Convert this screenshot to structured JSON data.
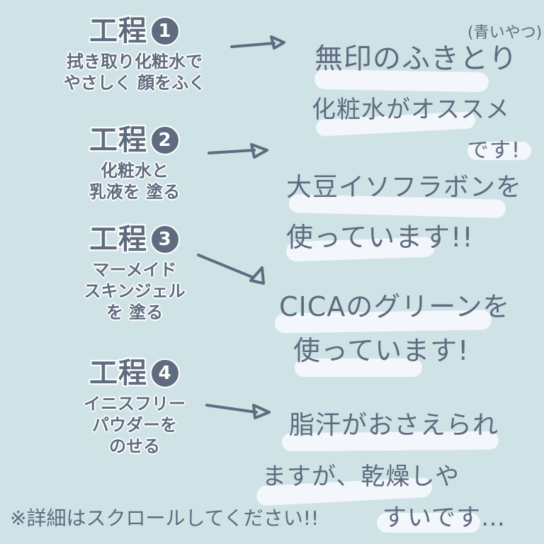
{
  "colors": {
    "background": "#cfe3e6",
    "text": "#5f6b7f",
    "highlight": "#f4f7fc",
    "outline": "#ffffff"
  },
  "steps": [
    {
      "label": "工程",
      "number": "1",
      "description": "拭き取り化粧水で\nやさしく 顔をふく"
    },
    {
      "label": "工程",
      "number": "2",
      "description": "化粧水と\n乳液を 塗る"
    },
    {
      "label": "工程",
      "number": "3",
      "description": "マーメイド\nスキンジェル\nを 塗る"
    },
    {
      "label": "工程",
      "number": "4",
      "description": "イニスフリー\nパウダーを\nのせる"
    }
  ],
  "notes": [
    {
      "aside": "(青いやつ)",
      "lines": [
        "無印のふきとり",
        "化粧水がオススメ",
        "です!"
      ]
    },
    {
      "lines": [
        "大豆イソフラボンを",
        "使っています!!"
      ]
    },
    {
      "lines": [
        "CICAのグリーンを",
        "使っています!"
      ]
    },
    {
      "lines": [
        "脂汗がおさえられ",
        "ますが、乾燥しや",
        "すいです…"
      ]
    }
  ],
  "footer": {
    "text": "※詳細はスクロールしてください!!"
  },
  "icons": {
    "arrow": "right-arrow-icon"
  }
}
